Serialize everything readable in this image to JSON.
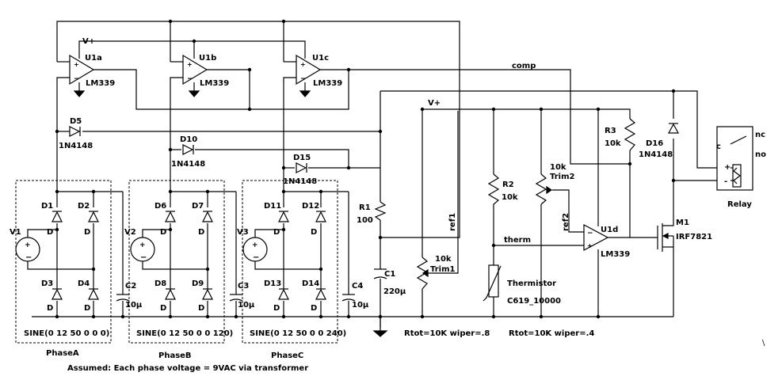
{
  "labels": {
    "vplus_top": "V+",
    "vplus_mid": "V+",
    "comp": "comp",
    "ref1": "ref1",
    "ref2": "ref2",
    "therm": "therm",
    "u1a": "U1a",
    "u1b": "U1b",
    "u1c": "U1c",
    "u1d": "U1d",
    "lm339": "LM339",
    "d5": "D5",
    "d10": "D10",
    "d15": "D15",
    "d16": "D16",
    "n4148": "1N4148",
    "d1": "D1",
    "d2": "D2",
    "d3": "D3",
    "d4": "D4",
    "d6": "D6",
    "d7": "D7",
    "d8": "D8",
    "d9": "D9",
    "d11": "D11",
    "d12": "D12",
    "d13": "D13",
    "d14": "D14",
    "d": "D",
    "v1": "V1",
    "v2": "V2",
    "v3": "V3",
    "c1": "C1",
    "c2": "C2",
    "c3": "C3",
    "c4": "C4",
    "cap10": "10µ",
    "cap220": "220µ",
    "r1": "R1",
    "r1v": "100",
    "r2": "R2",
    "r3": "R3",
    "r10k": "10k",
    "trim1_val": "10k",
    "trim1": "Trim1",
    "trim2_val": "10k",
    "trim2": "Trim2",
    "thermistor": "Thermistor",
    "thermistor_part": "C619_10000",
    "m1": "M1",
    "m1_part": "IRF7821",
    "relay": "Relay",
    "relay_nc": "nc",
    "relay_no": "no",
    "relay_c": "c",
    "plus": "+",
    "minus": "-",
    "sineA": "SINE(0 12 50 0 0 0)",
    "sineB": "SINE(0 12 50 0 0 120)",
    "sineC": "SINE(0 12 50 0 0 240)",
    "phaseA": "PhaseA",
    "phaseB": "PhaseB",
    "phaseC": "PhaseC",
    "assumed": "Assumed: Each phase voltage = 9VAC via transformer",
    "rtot1": "Rtot=10K wiper=.8",
    "rtot2": "Rtot=10K wiper=.4",
    "backslash": "\\"
  }
}
